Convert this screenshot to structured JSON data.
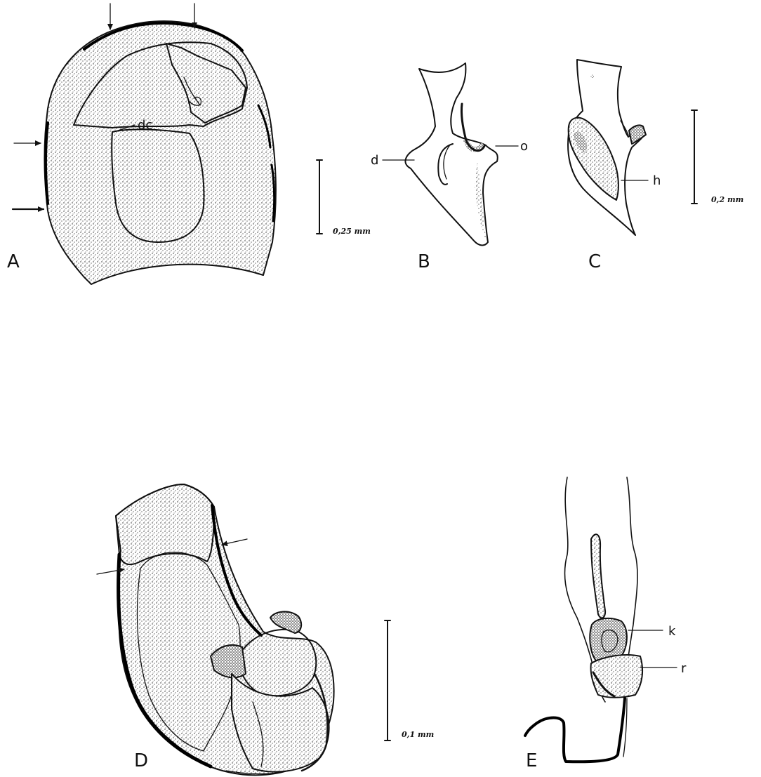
{
  "figure": {
    "panels": {
      "A": {
        "label": "A",
        "part_labels": {
          "dc": "dc"
        },
        "scale_bar": "0,25 mm"
      },
      "B": {
        "label": "B",
        "part_labels": {
          "d": "d",
          "o": "o"
        }
      },
      "C": {
        "label": "C",
        "part_labels": {
          "h": "h"
        },
        "scale_bar": "0,2 mm"
      },
      "D": {
        "label": "D",
        "scale_bar": "0,1 mm"
      },
      "E": {
        "label": "E",
        "part_labels": {
          "k": "k",
          "r": "r"
        }
      }
    }
  },
  "colors": {
    "ink": "#111111",
    "background": "#ffffff"
  }
}
